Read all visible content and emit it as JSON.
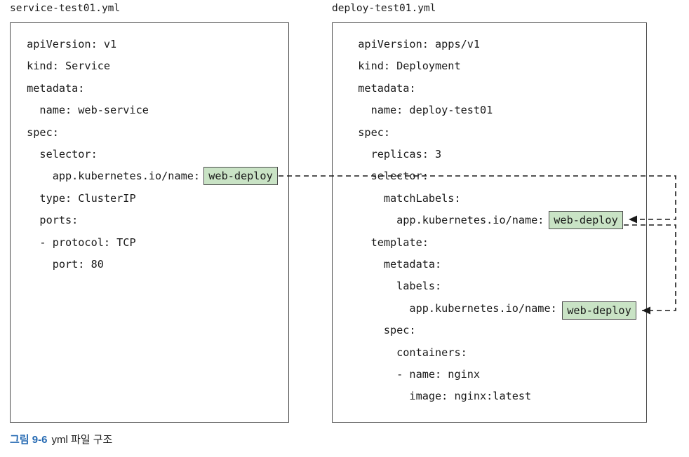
{
  "figure": {
    "caption_number": "그림 9-6",
    "caption_text": "yml 파일 구조"
  },
  "colors": {
    "highlight_fill": "#c9e3c5",
    "highlight_border": "#4d4d4d",
    "panel_border": "#4a4a4a",
    "connector": "#1a1a1a",
    "caption_accent": "#2469b2",
    "text": "#1a1a1a"
  },
  "panels": [
    {
      "id": "service",
      "label": "service-test01.yml",
      "lines": [
        " apiVersion: v1",
        " kind: Service",
        " metadata:",
        "   name: web-service",
        " spec:",
        "   selector:",
        "     app.kubernetes.io/name:",
        "   type: ClusterIP",
        "   ports:",
        "   - protocol: TCP",
        "     port: 80"
      ],
      "highlight": {
        "value": "web-deploy",
        "on_line": 6,
        "key": "app.kubernetes.io/name"
      }
    },
    {
      "id": "deploy",
      "label": "deploy-test01.yml",
      "lines": [
        "  apiVersion: apps/v1",
        "  kind: Deployment",
        "  metadata:",
        "    name: deploy-test01",
        "  spec:",
        "    replicas: 3",
        "    selector:",
        "      matchLabels:",
        "        app.kubernetes.io/name:",
        "    template:",
        "      metadata:",
        "        labels:",
        "          app.kubernetes.io/name:",
        "      spec:",
        "        containers:",
        "        - name: nginx",
        "          image: nginx:latest"
      ],
      "highlights": [
        {
          "value": "web-deploy",
          "on_line": 8,
          "key": "app.kubernetes.io/name"
        },
        {
          "value": "web-deploy",
          "on_line": 12,
          "key": "app.kubernetes.io/name"
        }
      ]
    }
  ],
  "connectors": [
    {
      "name": "service-selector-to-deploy-matchlabels",
      "from": "service.spec.selector.app.kubernetes.io/name",
      "to": "deploy.spec.selector.matchLabels.app.kubernetes.io/name",
      "style": "dashed-with-arrow"
    },
    {
      "name": "deploy-matchlabels-to-template-labels",
      "from": "deploy.spec.selector.matchLabels.app.kubernetes.io/name",
      "to": "deploy.spec.template.metadata.labels.app.kubernetes.io/name",
      "style": "dashed-with-arrow"
    }
  ]
}
